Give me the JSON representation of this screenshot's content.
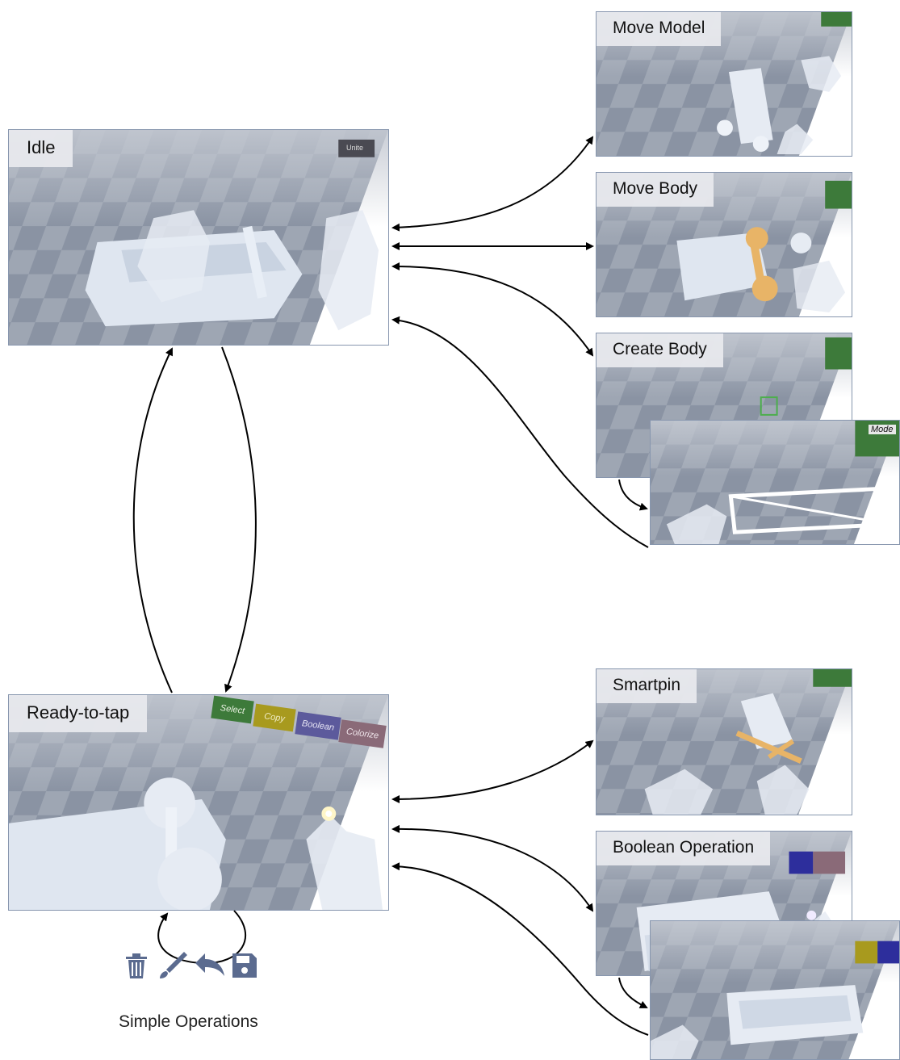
{
  "states": {
    "idle": "Idle",
    "ready": "Ready-to-tap",
    "move_model": "Move Model",
    "move_body": "Move Body",
    "create_body": "Create Body",
    "smartpin": "Smartpin",
    "boolean_op": "Boolean Operation"
  },
  "ui_buttons": {
    "select": "Select",
    "copy": "Copy",
    "boolean": "Boolean",
    "colorize": "Colorize",
    "unite": "Unite",
    "mode": "Mode"
  },
  "simple_operations": {
    "caption": "Simple Operations",
    "icons": [
      "trash-icon",
      "brush-icon",
      "undo-icon",
      "save-icon"
    ]
  },
  "colors": {
    "icon": "#5b6b8f",
    "arrow": "#000000",
    "select_btn": "#3d7a3a",
    "copy_btn": "#a89a1e",
    "boolean_btn": "#5c5a9c",
    "colorize_btn": "#8a6a78"
  }
}
